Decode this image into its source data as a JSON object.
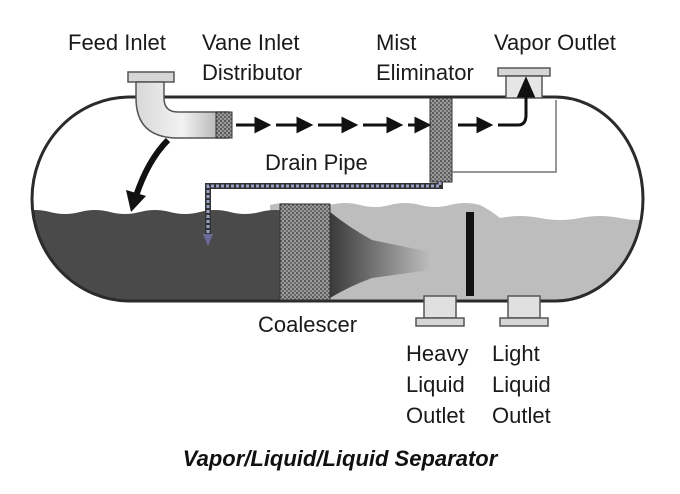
{
  "labels": {
    "feed_inlet": "Feed Inlet",
    "vane_inlet_distributor": [
      "Vane Inlet",
      "Distributor"
    ],
    "mist_eliminator": [
      "Mist",
      "Eliminator"
    ],
    "vapor_outlet": "Vapor Outlet",
    "drain_pipe": "Drain Pipe",
    "coalescer": "Coalescer",
    "heavy_liquid_outlet": [
      "Heavy",
      "Liquid",
      "Outlet"
    ],
    "light_liquid_outlet": [
      "Light",
      "Liquid",
      "Outlet"
    ]
  },
  "caption": "Vapor/Liquid/Liquid Separator",
  "colors": {
    "vessel_stroke": "#2b2b2b",
    "heavy_liquid": "#4a4a4a",
    "light_liquid": "#bdbdbd",
    "nozzle": "#cfcfcf",
    "arrow": "#111111"
  }
}
